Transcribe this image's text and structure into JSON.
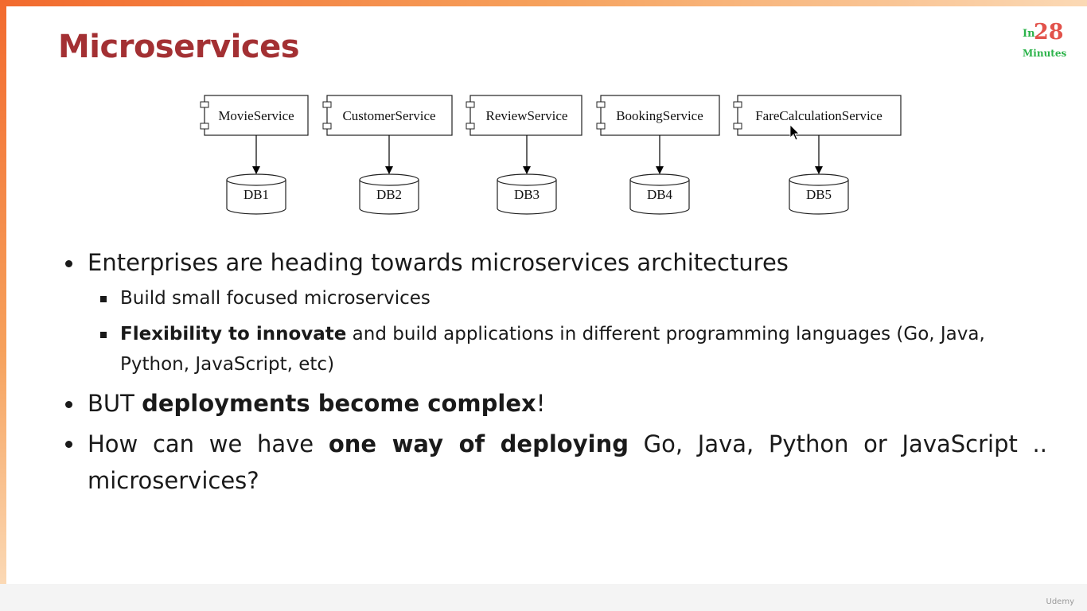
{
  "slide": {
    "title": "Microservices",
    "logo": {
      "in": "In",
      "number": "28",
      "minutes": "Minutes"
    }
  },
  "diagram": {
    "services": [
      "MovieService",
      "CustomerService",
      "ReviewService",
      "BookingService",
      "FareCalculationService"
    ],
    "databases": [
      "DB1",
      "DB2",
      "DB3",
      "DB4",
      "DB5"
    ]
  },
  "bullets": {
    "item1": "Enterprises are heading towards microservices architectures",
    "item1_sub1": "Build small focused microservices",
    "item1_sub2_bold": "Flexibility to innovate",
    "item1_sub2_rest": " and build applications in different programming languages (Go, Java, Python, JavaScript, etc)",
    "item2_pre": "BUT ",
    "item2_bold": "deployments become complex",
    "item2_post": "!",
    "item3_pre": "How can we have ",
    "item3_bold": "one way of deploying",
    "item3_post": " Go, Java, Python or JavaScript .. microservices?"
  },
  "footer": {
    "watermark": "Udemy"
  },
  "colors": {
    "title": "#a33033",
    "accent_bar": "#f26a2e",
    "logo_green": "#2bb34a",
    "logo_red": "#e2524b"
  }
}
